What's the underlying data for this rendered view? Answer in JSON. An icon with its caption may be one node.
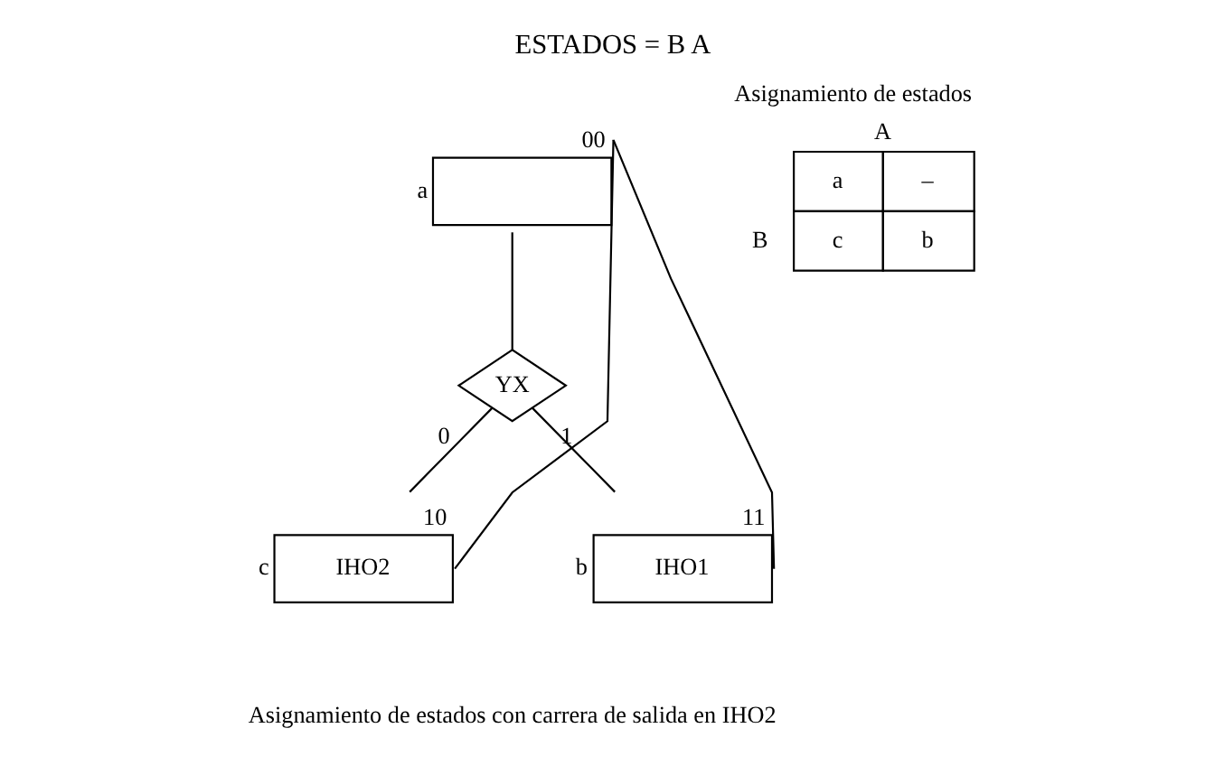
{
  "diagram": {
    "title": "ESTADOS = B A",
    "caption": "Asignamiento de estados con carrera de salida en IHO2",
    "nodes": [
      {
        "text": [],
        "shape": "box",
        "beside": [
          "a",
          "00"
        ]
      },
      {
        "text": [
          "YX"
        ]
      },
      {
        "text": [
          "IHO2"
        ],
        "beside": [
          "c",
          "10"
        ]
      },
      {
        "text": [
          "IHO1"
        ],
        "beside": [
          "b",
          "11"
        ]
      }
    ],
    "edges": [
      {
        "from": 0,
        "to": 1,
        "arrow": "none"
      },
      {
        "from": 1,
        "to": 2,
        "label": "0",
        "arrow": "none"
      },
      {
        "from": 1,
        "to": 3,
        "label": "1",
        "arrow": "none"
      },
      {
        "from": 2,
        "to": 0,
        "arrow": "none"
      },
      {
        "from": 3,
        "to": 0,
        "arrow": "none"
      }
    ],
    "labels": [
      "Asignamiento de estados",
      "A",
      "a",
      "–",
      "B",
      "c",
      "b"
    ]
  }
}
